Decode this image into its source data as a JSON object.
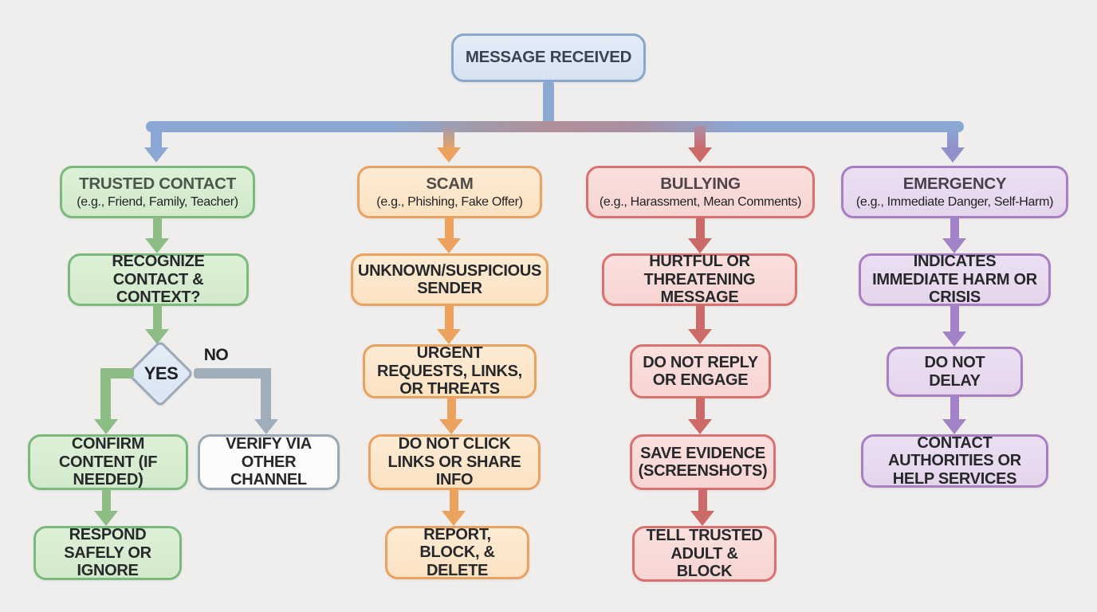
{
  "background_color": "#efeeec",
  "root": {
    "label": "MESSAGE RECEIVED",
    "fill": "#dbe6f3",
    "border": "#8ba7cc"
  },
  "connector_colors": {
    "trunk_blue": "#8ba8d4",
    "no_path_gray": "#a0aebc",
    "diamond_fill": "#dfe8f2",
    "diamond_border": "#9aa9b8"
  },
  "decision": {
    "question_node": "RECOGNIZE CONTACT & CONTEXT?",
    "yes": "YES",
    "no": "NO"
  },
  "columns": [
    {
      "key": "trusted-contact",
      "title": "TRUSTED CONTACT",
      "subtitle": "(e.g., Friend, Family, Teacher)",
      "colors": {
        "fill": "#d8edd0",
        "border": "#7cb97c",
        "arrow": "#8cbd84"
      },
      "steps": {
        "check": "RECOGNIZE CONTACT & CONTEXT?",
        "yes1": "CONFIRM CONTENT (IF NEEDED)",
        "yes2": "RESPOND SAFELY OR IGNORE",
        "no1": "VERIFY VIA OTHER CHANNEL"
      }
    },
    {
      "key": "scam",
      "title": "SCAM",
      "subtitle": "(e.g., Phishing, Fake Offer)",
      "colors": {
        "fill": "#fce6cb",
        "border": "#e8a262",
        "arrow": "#eca25c"
      },
      "steps": [
        "UNKNOWN/SUSPICIOUS SENDER",
        "URGENT REQUESTS, LINKS, OR THREATS",
        "DO NOT CLICK LINKS OR SHARE INFO",
        "REPORT, BLOCK, & DELETE"
      ]
    },
    {
      "key": "bullying",
      "title": "BULLYING",
      "subtitle": "(e.g., Harassment, Mean Comments)",
      "colors": {
        "fill": "#f9dbd9",
        "border": "#d87170",
        "arrow": "#cc6a68"
      },
      "steps": [
        "HURTFUL OR THREATENING MESSAGE",
        "DO NOT REPLY OR ENGAGE",
        "SAVE EVIDENCE (SCREENSHOTS)",
        "TELL TRUSTED ADULT & BLOCK"
      ]
    },
    {
      "key": "emergency",
      "title": "EMERGENCY",
      "subtitle": "(e.g., Immediate Danger, Self-Harm)",
      "colors": {
        "fill": "#e9daf0",
        "border": "#a97fc4",
        "arrow": "#a383c7"
      },
      "steps": [
        "INDICATES IMMEDIATE HARM OR CRISIS",
        "DO NOT DELAY",
        "CONTACT AUTHORITIES OR HELP SERVICES"
      ]
    }
  ]
}
